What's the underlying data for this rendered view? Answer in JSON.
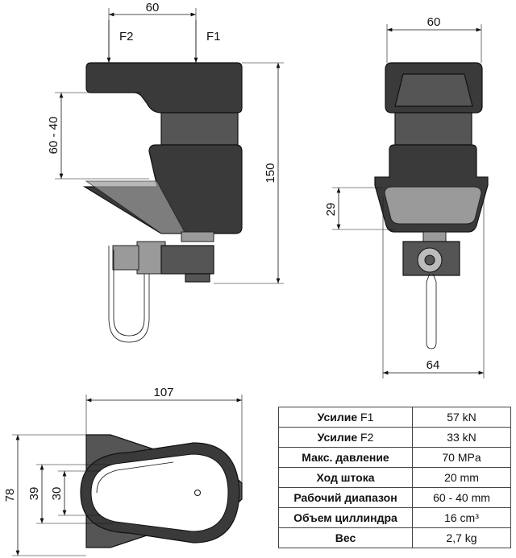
{
  "side_view": {
    "width_dim": "60",
    "force_f2": "F2",
    "force_f1": "F1",
    "range_dim": "60 - 40",
    "height_dim": "150"
  },
  "front_view": {
    "width_top_dim": "60",
    "clamp_height_dim": "29",
    "width_bottom_dim": "64"
  },
  "bottom_view": {
    "length_dim": "107",
    "width_dim": "78",
    "inner_dim_1": "39",
    "inner_dim_2": "30"
  },
  "spec_table": {
    "rows": [
      {
        "label": "Усилие",
        "label_suffix": "F1",
        "value": "57 kN"
      },
      {
        "label": "Усилие",
        "label_suffix": "F2",
        "value": "33 kN"
      },
      {
        "label": "Макс. давление",
        "label_suffix": "",
        "value": "70 MPa"
      },
      {
        "label": "Ход штока",
        "label_suffix": "",
        "value": "20 mm"
      },
      {
        "label": "Рабочий диапазон",
        "label_suffix": "",
        "value": "60 - 40 mm"
      },
      {
        "label": "Объем циллиндра",
        "label_suffix": "",
        "value": "16 cm³"
      },
      {
        "label": "Вес",
        "label_suffix": "",
        "value": "2,7 kg"
      }
    ]
  }
}
